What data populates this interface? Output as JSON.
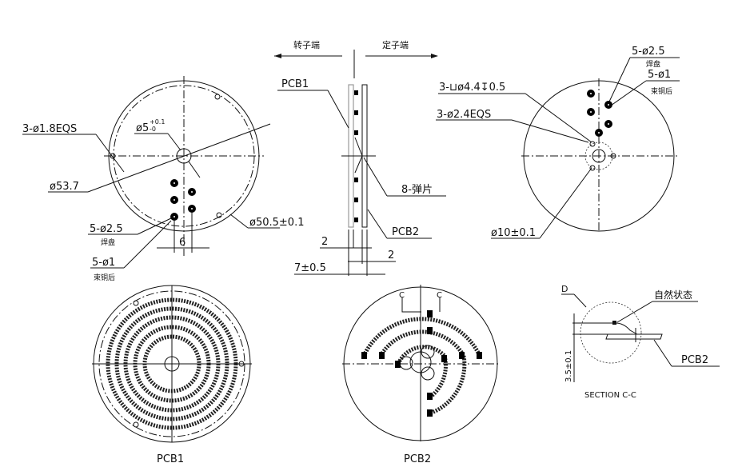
{
  "top_view": {
    "direction_left": "转子端",
    "direction_right": "定子端"
  },
  "view_pcb1_front": {
    "holes_label": "3-ø1.8EQS",
    "center_hole_label": "ø5",
    "center_tol_plus": "+0.1",
    "center_tol_minus": "-0",
    "outer_dia_label": "ø53.7",
    "pitch_circle_label": "ø50.5±0.1",
    "pad_label": "5-ø2.5",
    "pad_note": "焊盘",
    "hole_label": "5-ø1",
    "hole_note": "束铜后",
    "spacing": "6"
  },
  "view_side": {
    "pcb1_label": "PCB1",
    "pcb2_label": "PCB2",
    "spring_label": "8-弹片",
    "thick_1": "2",
    "thick_2": "2",
    "total": "7±0.5"
  },
  "view_pcb2_front": {
    "pad_label": "5-ø2.5",
    "pad_note": "焊盘",
    "hole_label": "5-ø1",
    "hole_note": "束铜后",
    "counterbore_label": "3-⊔ø4.4↧0.5",
    "holes_label": "3-ø2.4EQS",
    "center_dia_label": "ø10±0.1"
  },
  "bottom_views": {
    "pcb1_caption": "PCB1",
    "pcb2_caption": "PCB2",
    "section_marker_left": "C",
    "section_marker_right": "C"
  },
  "section": {
    "detail_label": "D",
    "state_label": "自然状态",
    "pcb_label": "PCB2",
    "height_label": "3.5±0.1",
    "caption": "SECTION  C-C"
  }
}
